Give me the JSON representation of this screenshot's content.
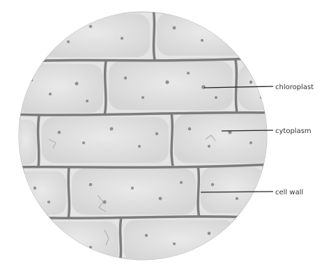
{
  "diagram": {
    "labels": {
      "chloroplast": "chloroplast",
      "cytoplasm": "cytoplasm",
      "cell_wall": "cell wall"
    }
  }
}
